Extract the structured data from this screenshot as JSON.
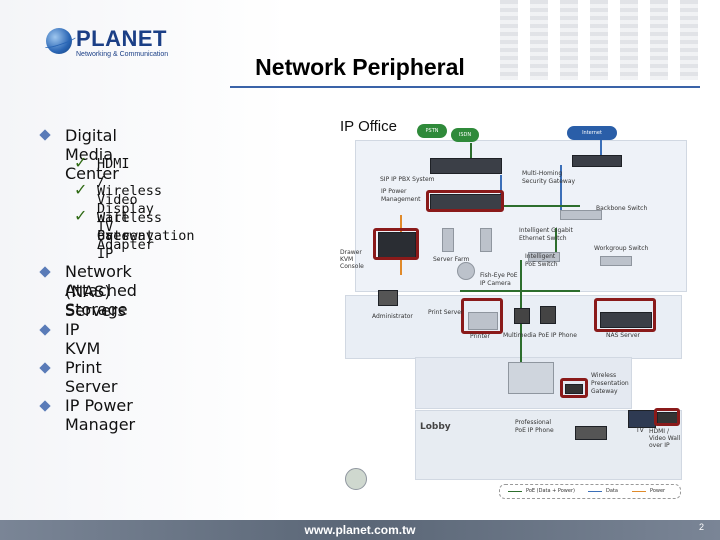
{
  "header": {
    "logo_word": "PLANET",
    "logo_sub": "Networking & Communication",
    "title": "Network Peripheral"
  },
  "bullets": [
    {
      "label": "Digital Media Center",
      "sub": [
        "HDMI / Video Wall over IP",
        "Wireless Display TV Adapter",
        "Wireless Presentation",
        "Gateway"
      ]
    },
    {
      "label": "Network Attached Storage"
    },
    {
      "label": "(NAS) Servers"
    },
    {
      "label": "IP KVM"
    },
    {
      "label": "Print Server"
    },
    {
      "label": "IP Power Manager"
    }
  ],
  "diagram": {
    "title": "IP Office",
    "clouds": [
      "PSTN",
      "ISDN",
      "Internet"
    ],
    "labels": {
      "sip_pbx": "SIP IP PBX System",
      "multi_homing": "Multi-Homing",
      "security_gateway": "Security Gateway",
      "ip_power_1": "IP Power",
      "ip_power_2": "Management",
      "backbone": "Backbone Switch",
      "intelligent_gigabit_1": "Intelligent Gigabit",
      "intelligent_gigabit_2": "Ethernet Switch",
      "drawer_1": "Drawer",
      "drawer_2": "KVM",
      "drawer_3": "Console",
      "server_farm": "Server Farm",
      "intelligent_poe_1": "Intelligent",
      "intelligent_poe_2": "PoE Switch",
      "workgroup": "Workgroup Switch",
      "fisheye_1": "Fish-Eye PoE",
      "fisheye_2": "IP Camera",
      "administrator": "Administrator",
      "print_server": "Print Server",
      "printer": "Printer",
      "multimedia_phone": "Multimedia PoE IP Phone",
      "nas_server": "NAS Server",
      "wireless_pres_1": "Wireless",
      "wireless_pres_2": "Presentation",
      "wireless_pres_3": "Gateway",
      "lobby": "Lobby",
      "prof_phone_1": "Professional",
      "prof_phone_2": "PoE IP Phone",
      "tv": "TV",
      "hdmi_1": "HDMI /",
      "hdmi_2": "Video Wall",
      "hdmi_3": "over IP"
    },
    "legend": [
      "PoE (Data + Power)",
      "Data",
      "Power"
    ]
  },
  "footer": {
    "url": "www.planet.com.tw",
    "page": "2"
  },
  "colors": {
    "title_rule": "#3a63a8",
    "bullet": "#5a7bb8",
    "checkmark": "#2f6a14",
    "highlight": "#8a1a1a",
    "footer": "#5a6676"
  }
}
